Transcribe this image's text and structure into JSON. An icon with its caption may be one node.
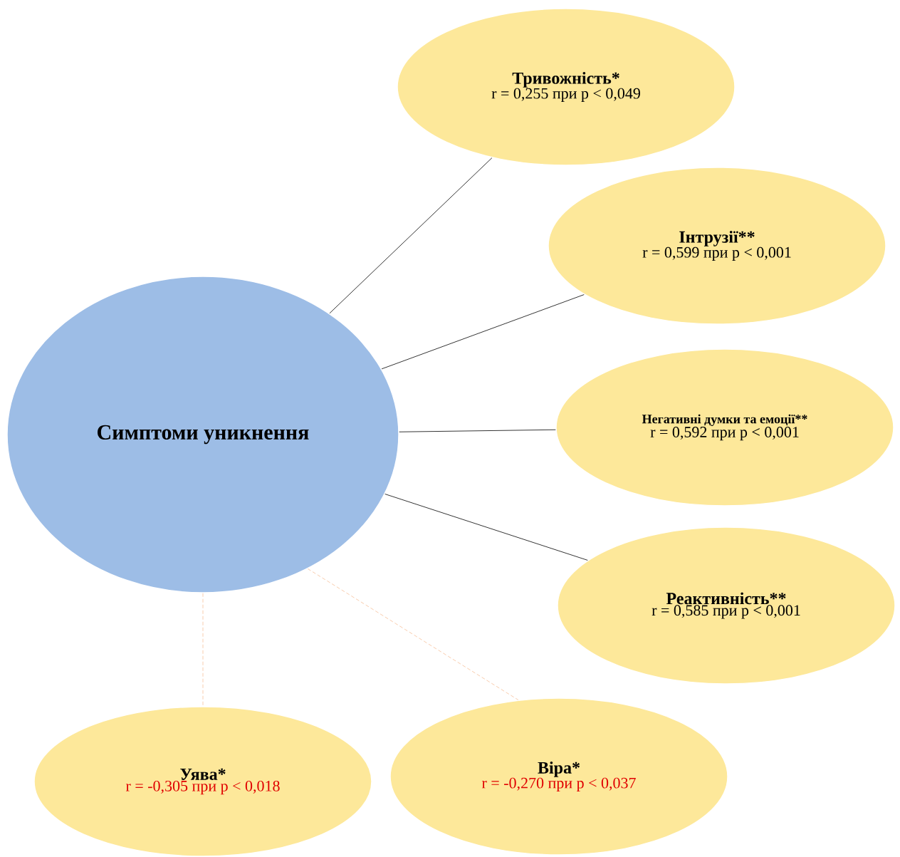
{
  "diagram": {
    "nodes": [
      {
        "text": [
          "Симптоми уникнення"
        ]
      },
      {
        "text": [
          "Тривожність*",
          "r = 0,255 при p < 0,049"
        ]
      },
      {
        "text": [
          "Інтрузії**",
          "r = 0,599 при p < 0,001"
        ]
      },
      {
        "text": [
          "Негативні думки та емоції**",
          "r = 0,592 при p < 0,001"
        ]
      },
      {
        "text": [
          "Реактивність**",
          "r = 0,585 при p < 0,001"
        ]
      },
      {
        "text": [
          "Уява*",
          "r = -0,305 при р < 0,018"
        ]
      },
      {
        "text": [
          "Віра*",
          "r = -0,270 при р < 0,037"
        ]
      }
    ],
    "edges": [
      {
        "from": 0,
        "to": 1,
        "arrow": "none"
      },
      {
        "from": 0,
        "to": 2,
        "arrow": "none"
      },
      {
        "from": 0,
        "to": 3,
        "arrow": "none"
      },
      {
        "from": 0,
        "to": 4,
        "arrow": "none"
      },
      {
        "from": 0,
        "to": 5,
        "arrow": "none",
        "style": "dashed",
        "color": "#ed7d31"
      },
      {
        "from": 0,
        "to": 6,
        "arrow": "none",
        "style": "dashed",
        "color": "#ed7d31"
      }
    ]
  }
}
